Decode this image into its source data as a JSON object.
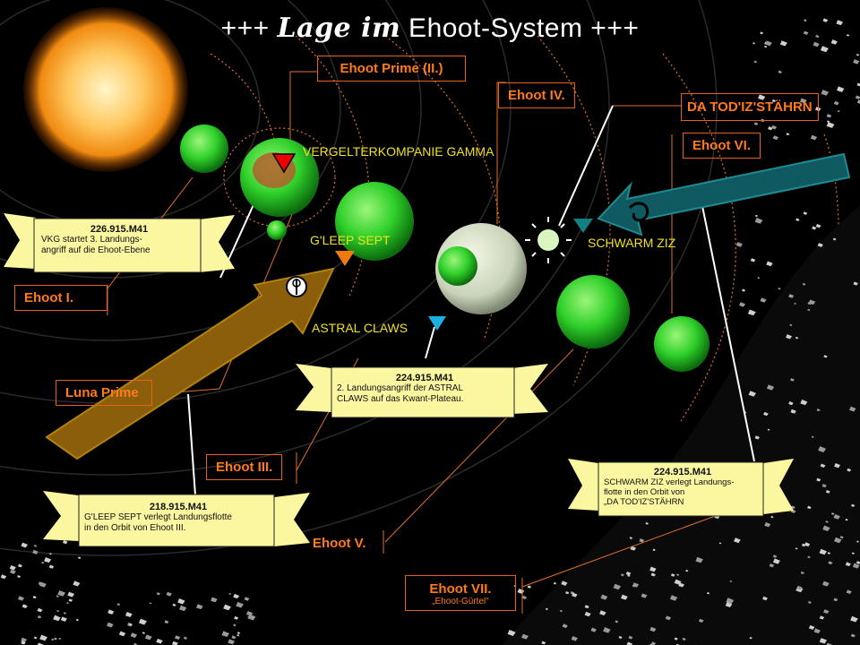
{
  "title": {
    "prefix": "+++ ",
    "gothic": "Lage im",
    "rest": " Ehoot-System +++"
  },
  "planets": {
    "prime": "Ehoot Prime (II.)",
    "iv": "Ehoot IV.",
    "daTod": "DA TOD'IZ'STÄHRN",
    "vi": "Ehoot VI.",
    "i": "Ehoot I.",
    "luna": "Luna Prime",
    "iii": "Ehoot III.",
    "v": "Ehoot V.",
    "vii": "Ehoot VII.",
    "viiSub": "„Ehoot-Gürtel\""
  },
  "forces": {
    "vkg": "VERGELTERKOMPANIE GAMMA",
    "gleep": "G'LEEP SEPT",
    "astral": "ASTRAL CLAWS",
    "ziz": "SCHWARM ZIZ"
  },
  "events": [
    {
      "date": "226.915.M41",
      "l1": "VKG startet 3. Landungs-",
      "l2": "angriff auf die Ehoot-Ebene"
    },
    {
      "date": "224.915.M41",
      "l1": "2. Landungsangriff der ASTRAL",
      "l2": "CLAWS auf das Kwant-Plateau."
    },
    {
      "date": "218.915.M41",
      "l1": "G'LEEP SEPT verlegt Landungsflotte",
      "l2": "in den Orbit von Ehoot III."
    },
    {
      "date": "224.915.M41",
      "l1": "SCHWARM  ZIZ verlegt Landungs-",
      "l2": "flotte in den Orbit  von",
      "l3": "„DA TOD'IZ'STÄHRN"
    }
  ],
  "colors": {
    "accent": "#ff7a1a",
    "label": "#f0e020",
    "planet": "#2fd02a",
    "scroll": "#fbf6a0"
  }
}
